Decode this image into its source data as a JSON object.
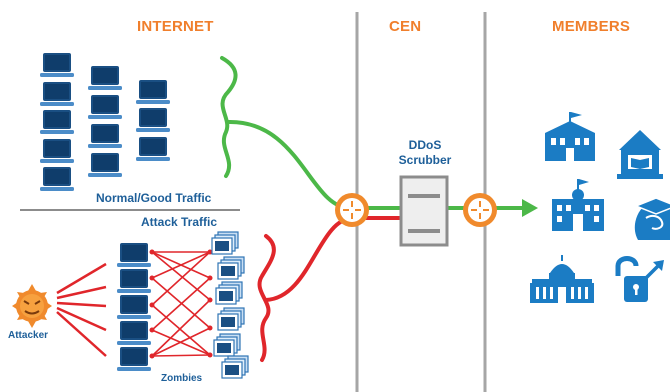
{
  "headers": {
    "internet": "INTERNET",
    "cen": "CEN",
    "members": "MEMBERS"
  },
  "labels": {
    "normal_traffic": "Normal/Good Traffic",
    "attack_traffic": "Attack Traffic",
    "scrubber_line1": "DDoS",
    "scrubber_line2": "Scrubber",
    "attacker": "Attacker",
    "zombies": "Zombies"
  },
  "colors": {
    "header_orange": "#f07f2c",
    "label_blue": "#1e5f99",
    "good_traffic_green": "#4cb848",
    "attack_traffic_red": "#e0262b",
    "divider_gray": "#a6a6a6",
    "icon_blue": "#1b7cc4",
    "router_orange": "#f08a2c"
  },
  "icons": {
    "members": [
      "school-building-icon",
      "library-icon",
      "campus-building-icon",
      "student-head-icon",
      "government-capitol-icon",
      "unlock-icon"
    ],
    "scrubber": "server-icon",
    "routers": [
      "router-icon",
      "router-icon"
    ],
    "attacker": "devil-face-icon",
    "hosts": "laptop-icon",
    "zombies": "server-stack-icon"
  }
}
